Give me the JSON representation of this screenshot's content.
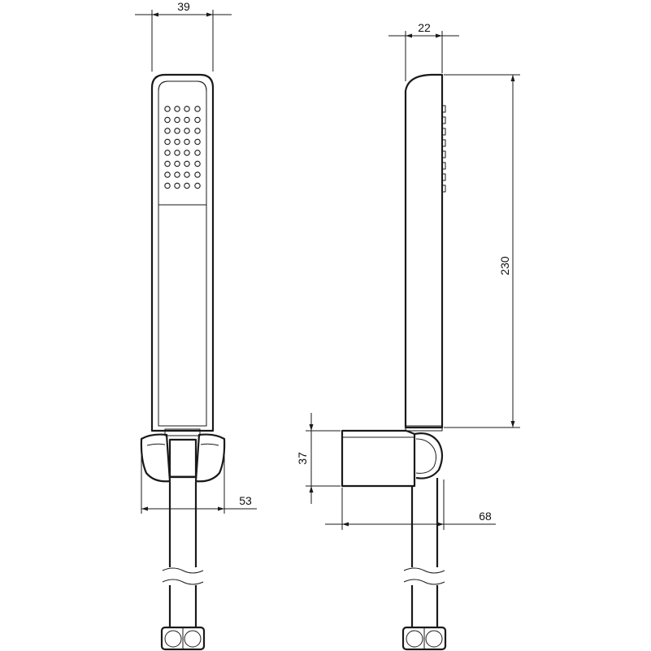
{
  "dimensions": {
    "front_width": "39",
    "front_bracket_width": "53",
    "side_depth": "22",
    "side_length": "230",
    "side_bracket_height": "37",
    "side_projection": "68"
  },
  "colors": {
    "line": "#1a1a1a",
    "background": "#ffffff"
  }
}
